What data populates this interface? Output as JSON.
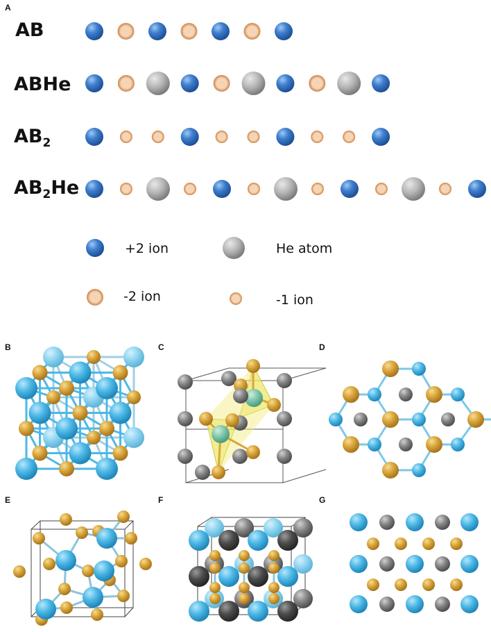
{
  "panels": {
    "A": "A",
    "B": "B",
    "C": "C",
    "D": "D",
    "E": "E",
    "F": "F",
    "G": "G"
  },
  "rows": [
    {
      "id": "ab",
      "formula_main": "AB",
      "formula_sub": "",
      "formula_tail": "",
      "sequence": [
        "p2",
        "m2",
        "p2",
        "m2",
        "p2",
        "m2",
        "p2"
      ]
    },
    {
      "id": "abhe",
      "formula_main": "ABHe",
      "formula_sub": "",
      "formula_tail": "",
      "sequence": [
        "p2",
        "m2",
        "he",
        "p2",
        "m2",
        "he",
        "p2",
        "m2",
        "he",
        "p2"
      ]
    },
    {
      "id": "ab2",
      "formula_main": "AB",
      "formula_sub": "2",
      "formula_tail": "",
      "sequence": [
        "p2",
        "m1",
        "m1",
        "p2",
        "m1",
        "m1",
        "p2",
        "m1",
        "m1",
        "p2"
      ]
    },
    {
      "id": "ab2he",
      "formula_main": "AB",
      "formula_sub": "2",
      "formula_tail": "He",
      "sequence": [
        "p2",
        "m1",
        "he",
        "m1",
        "p2",
        "m1",
        "he",
        "m1",
        "p2",
        "m1",
        "he",
        "m1",
        "p2"
      ]
    }
  ],
  "legend": {
    "plus2": "+2 ion",
    "he": "He atom",
    "minus2": "-2 ion",
    "minus1": "-1 ion"
  },
  "colors": {
    "plus2_ion": "#3f7fcf",
    "minus_ion": "#f2c6a0",
    "he_atom": "#b0b0b0",
    "structure_blue": "#4cb8e6",
    "structure_gold": "#d9a53a",
    "structure_gray": "#808080"
  }
}
